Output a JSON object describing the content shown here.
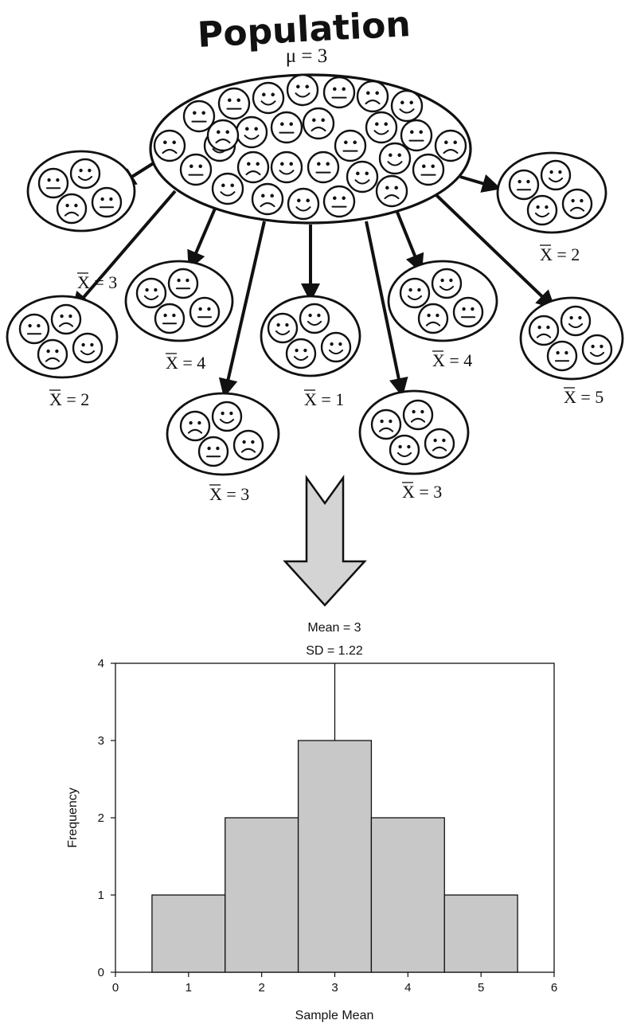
{
  "population": {
    "title": "Population",
    "mu_label": "μ = 3",
    "faces": [
      "happy",
      "neutral",
      "happy",
      "sad",
      "neutral",
      "happy",
      "neutral",
      "happy",
      "neutral",
      "sad",
      "happy",
      "neutral",
      "sad",
      "happy",
      "neutral",
      "sad",
      "happy",
      "neutral",
      "sad",
      "happy",
      "neutral",
      "happy",
      "neutral",
      "happy",
      "sad",
      "happy",
      "neutral",
      "sad",
      "sad",
      "happy",
      "neutral",
      "happy",
      "happy",
      "sad",
      "neutral",
      "sad"
    ]
  },
  "samples": [
    {
      "label": "X = 3",
      "faces": [
        "neutral",
        "happy",
        "sad",
        "neutral"
      ]
    },
    {
      "label": "X = 2",
      "faces": [
        "neutral",
        "sad",
        "sad",
        "happy"
      ]
    },
    {
      "label": "X = 4",
      "faces": [
        "happy",
        "neutral",
        "neutral",
        "neutral"
      ]
    },
    {
      "label": "X = 3",
      "faces": [
        "sad",
        "happy",
        "neutral",
        "sad"
      ]
    },
    {
      "label": "X = 1",
      "faces": [
        "happy",
        "happy",
        "happy",
        "happy"
      ]
    },
    {
      "label": "X = 4",
      "faces": [
        "happy",
        "happy",
        "sad",
        "neutral"
      ]
    },
    {
      "label": "X = 3",
      "faces": [
        "sad",
        "sad",
        "happy",
        "sad"
      ]
    },
    {
      "label": "X = 2",
      "faces": [
        "neutral",
        "happy",
        "happy",
        "sad"
      ]
    },
    {
      "label": "X = 5",
      "faces": [
        "sad",
        "happy",
        "neutral",
        "happy"
      ]
    }
  ],
  "histogram": {
    "mean_label": "Mean = 3",
    "sd_label": "SD = 1.22"
  },
  "chart_data": {
    "type": "bar",
    "categories": [
      "1",
      "2",
      "3",
      "4",
      "5"
    ],
    "values": [
      1,
      2,
      3,
      2,
      1
    ],
    "xlabel": "Sample Mean",
    "ylabel": "Frequency",
    "xlim": [
      0,
      6
    ],
    "ylim": [
      0,
      4
    ],
    "x_ticks": [
      "0",
      "1",
      "2",
      "3",
      "4",
      "5",
      "6"
    ],
    "y_ticks": [
      "0",
      "1",
      "2",
      "3",
      "4"
    ],
    "mean_line": 3,
    "bar_color": "#c8c8c8",
    "grid": false
  }
}
